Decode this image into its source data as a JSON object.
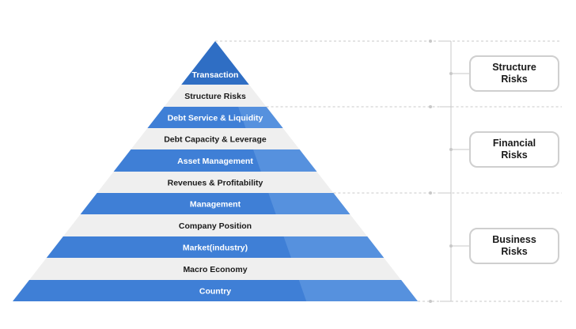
{
  "colors": {
    "blue_band": "#3f7fd6",
    "blue_band_light": "#5f97e0",
    "apex_blue": "#2f6ec4",
    "light_band": "#efefef",
    "dark_text": "#1a1a1a",
    "light_text": "#ffffff",
    "connector": "#c8c8c8"
  },
  "pyramid": {
    "tiers": [
      {
        "label": "Transaction",
        "style": "blue"
      },
      {
        "label": "Structure  Risks",
        "style": "light"
      },
      {
        "label": "Debt Service & Liquidity",
        "style": "blue"
      },
      {
        "label": "Debt Capacity & Leverage",
        "style": "light"
      },
      {
        "label": "Asset  Management",
        "style": "blue"
      },
      {
        "label": "Revenues & Profitability",
        "style": "light"
      },
      {
        "label": "Management",
        "style": "blue"
      },
      {
        "label": "Company Position",
        "style": "light"
      },
      {
        "label": "Market(industry)",
        "style": "blue"
      },
      {
        "label": "Macro Economy",
        "style": "light"
      },
      {
        "label": "Country",
        "style": "blue"
      }
    ]
  },
  "groups": [
    {
      "label": "Structure\nRisks"
    },
    {
      "label": "Financial\nRisks"
    },
    {
      "label": "Business\nRisks"
    }
  ]
}
